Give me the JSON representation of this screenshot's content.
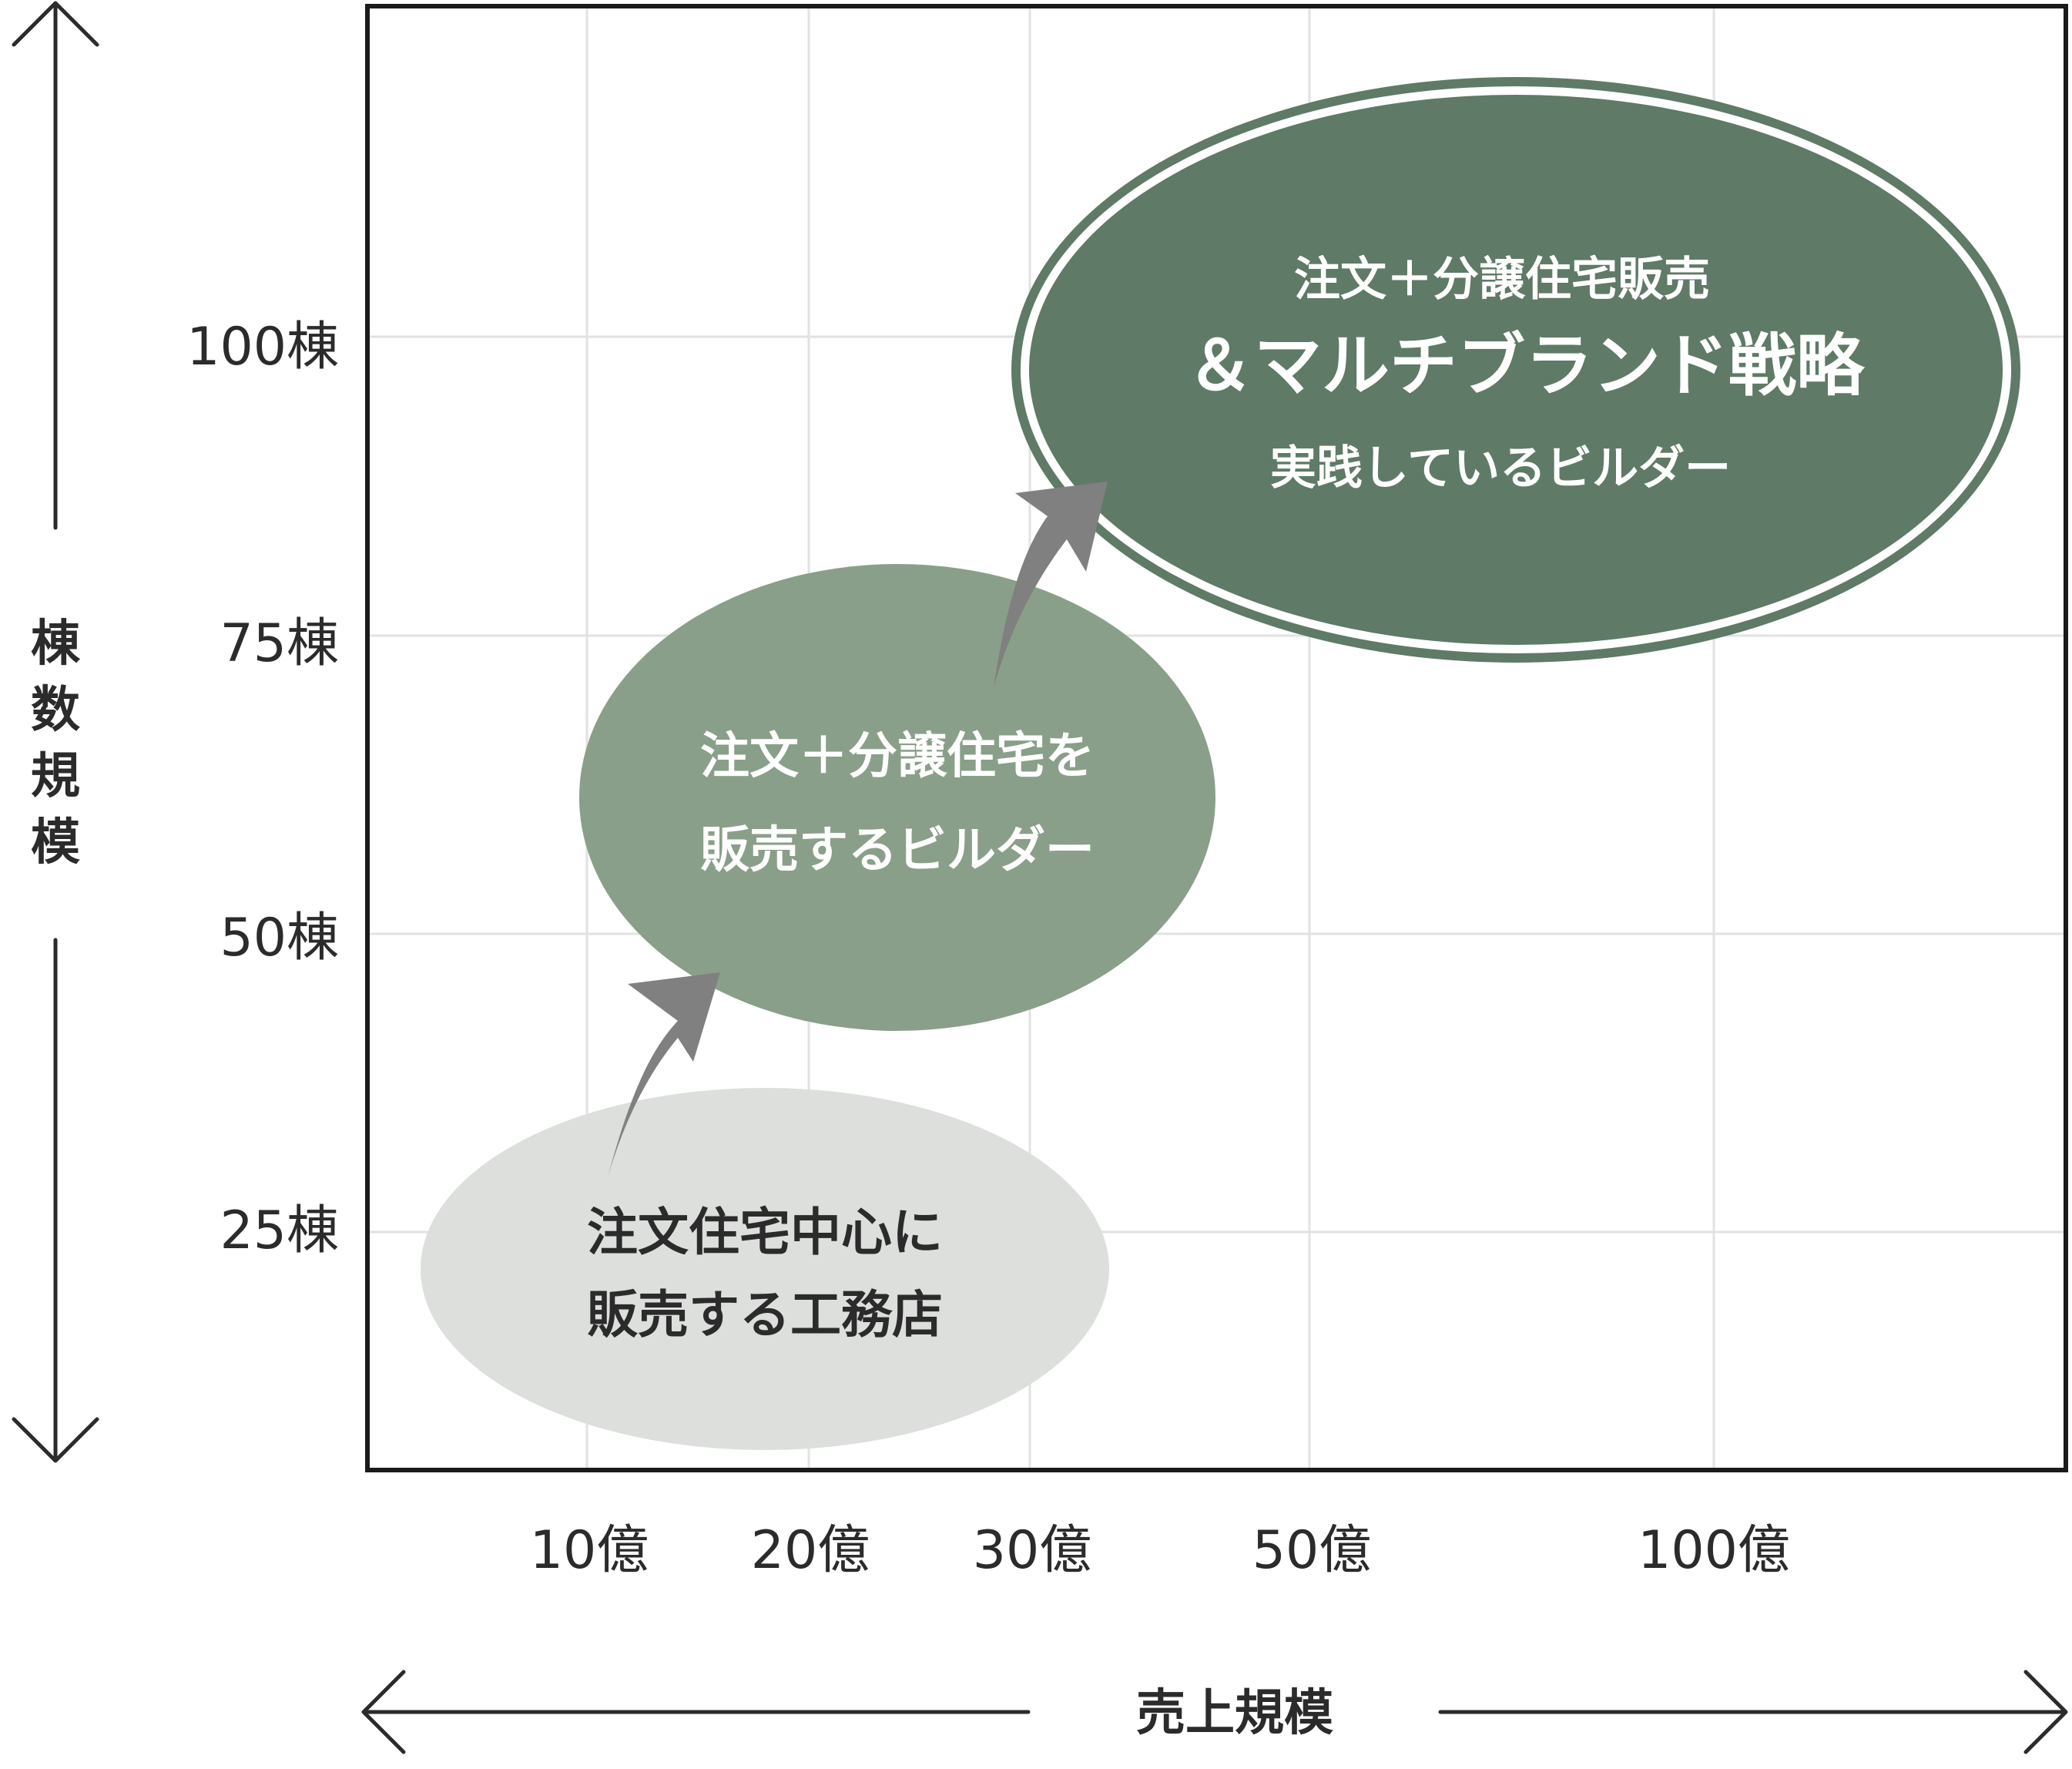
{
  "y_axis": {
    "title_chars": [
      "棟",
      "数",
      "規",
      "模"
    ],
    "ticks": [
      "25棟",
      "50棟",
      "75棟",
      "100棟"
    ]
  },
  "x_axis": {
    "title": "売上規模",
    "ticks": [
      "10億",
      "20億",
      "30億",
      "50億",
      "100億"
    ]
  },
  "stages": [
    {
      "lines": [
        "注文住宅中心に",
        "販売する工務店"
      ],
      "color": "#dcdfdc",
      "text_color": "#2b2b2b"
    },
    {
      "lines": [
        "注文＋分譲住宅を",
        "販売するビルダー"
      ],
      "color": "#8a9f89",
      "text_color": "#ffffff"
    },
    {
      "lines": [
        "注文＋分譲住宅販売",
        "＆マルチブランド戦略",
        "実践しているビルダー"
      ],
      "color": "#5f7a66",
      "text_color": "#ffffff"
    }
  ],
  "colors": {
    "frame": "#1a1a1a",
    "grid": "#e2e2e2",
    "arrow": "#808080",
    "axis_arrow": "#2b2b2b"
  }
}
